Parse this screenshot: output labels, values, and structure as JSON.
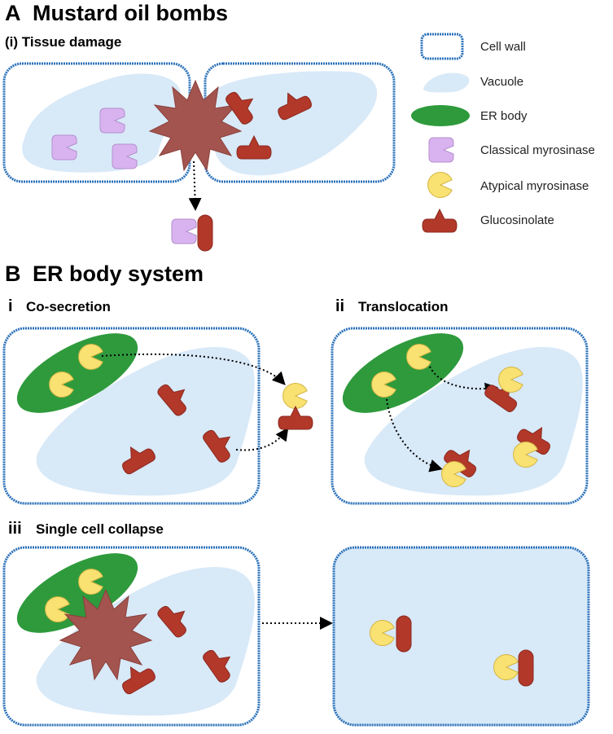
{
  "panel_a": {
    "letter": "A",
    "title": "Mustard oil bombs",
    "sub_i": "(i) Tissue damage"
  },
  "panel_b": {
    "letter": "B",
    "title": "ER body system",
    "sub_i_numeral": "i",
    "sub_i_label": "Co-secretion",
    "sub_ii_numeral": "ii",
    "sub_ii_label": "Translocation",
    "sub_iii_numeral": "iii",
    "sub_iii_label": "Single cell collapse"
  },
  "legend": {
    "cell_wall": "Cell wall",
    "vacuole": "Vacuole",
    "er_body": "ER body",
    "classical_myrosinase": "Classical myrosinase",
    "atypical_myrosinase": "Atypical myrosinase",
    "glucosinolate": "Glucosinolate"
  },
  "colors": {
    "cell_wall": "#2a70b8",
    "vacuole": "#d8e9f8",
    "er_body": "#2e9a3c",
    "classical_myrosinase": "#d9b3f0",
    "atypical_myrosinase": "#f9e172",
    "glucosinolate": "#b2382a",
    "damage_burst": "#a4544f"
  }
}
